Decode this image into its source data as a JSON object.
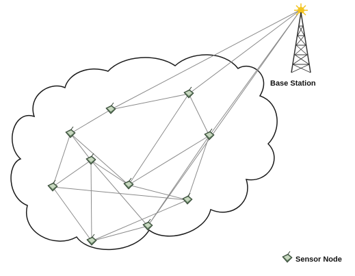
{
  "base_station": {
    "label": "Base Station",
    "icon": "radio-tower-icon"
  },
  "legend": {
    "label": "Sensor Node",
    "icon": "sensor-node-icon"
  },
  "network": {
    "nodes": [
      "n1",
      "n2",
      "n3",
      "n4",
      "n5",
      "n6",
      "n7",
      "n8",
      "n9",
      "n10",
      "n11"
    ],
    "links": [
      [
        "n1",
        "n2"
      ],
      [
        "n1",
        "n3"
      ],
      [
        "n1",
        "bs"
      ],
      [
        "n2",
        "n5"
      ],
      [
        "n2",
        "n4"
      ],
      [
        "n2",
        "n6"
      ],
      [
        "n4",
        "n5"
      ],
      [
        "n4",
        "n6"
      ],
      [
        "n4",
        "n9"
      ],
      [
        "n4",
        "n7"
      ],
      [
        "n5",
        "n9"
      ],
      [
        "n5",
        "n10"
      ],
      [
        "n6",
        "n10"
      ],
      [
        "n6",
        "n8"
      ],
      [
        "n6",
        "n3"
      ],
      [
        "n7",
        "n8"
      ],
      [
        "n7",
        "n9"
      ],
      [
        "n7",
        "bs"
      ],
      [
        "n9",
        "n10"
      ],
      [
        "n10",
        "n11"
      ],
      [
        "n11",
        "n8"
      ],
      [
        "n11",
        "n3"
      ],
      [
        "n11",
        "bs"
      ],
      [
        "n3",
        "bs"
      ],
      [
        "n8",
        "bs"
      ]
    ],
    "colors": {
      "link": "#8a8a8a",
      "cloud_stroke": "#1a1a1a",
      "node_body": "#5d7a5d",
      "tower": "#333333",
      "antenna_glow": "#f2c21b"
    }
  }
}
